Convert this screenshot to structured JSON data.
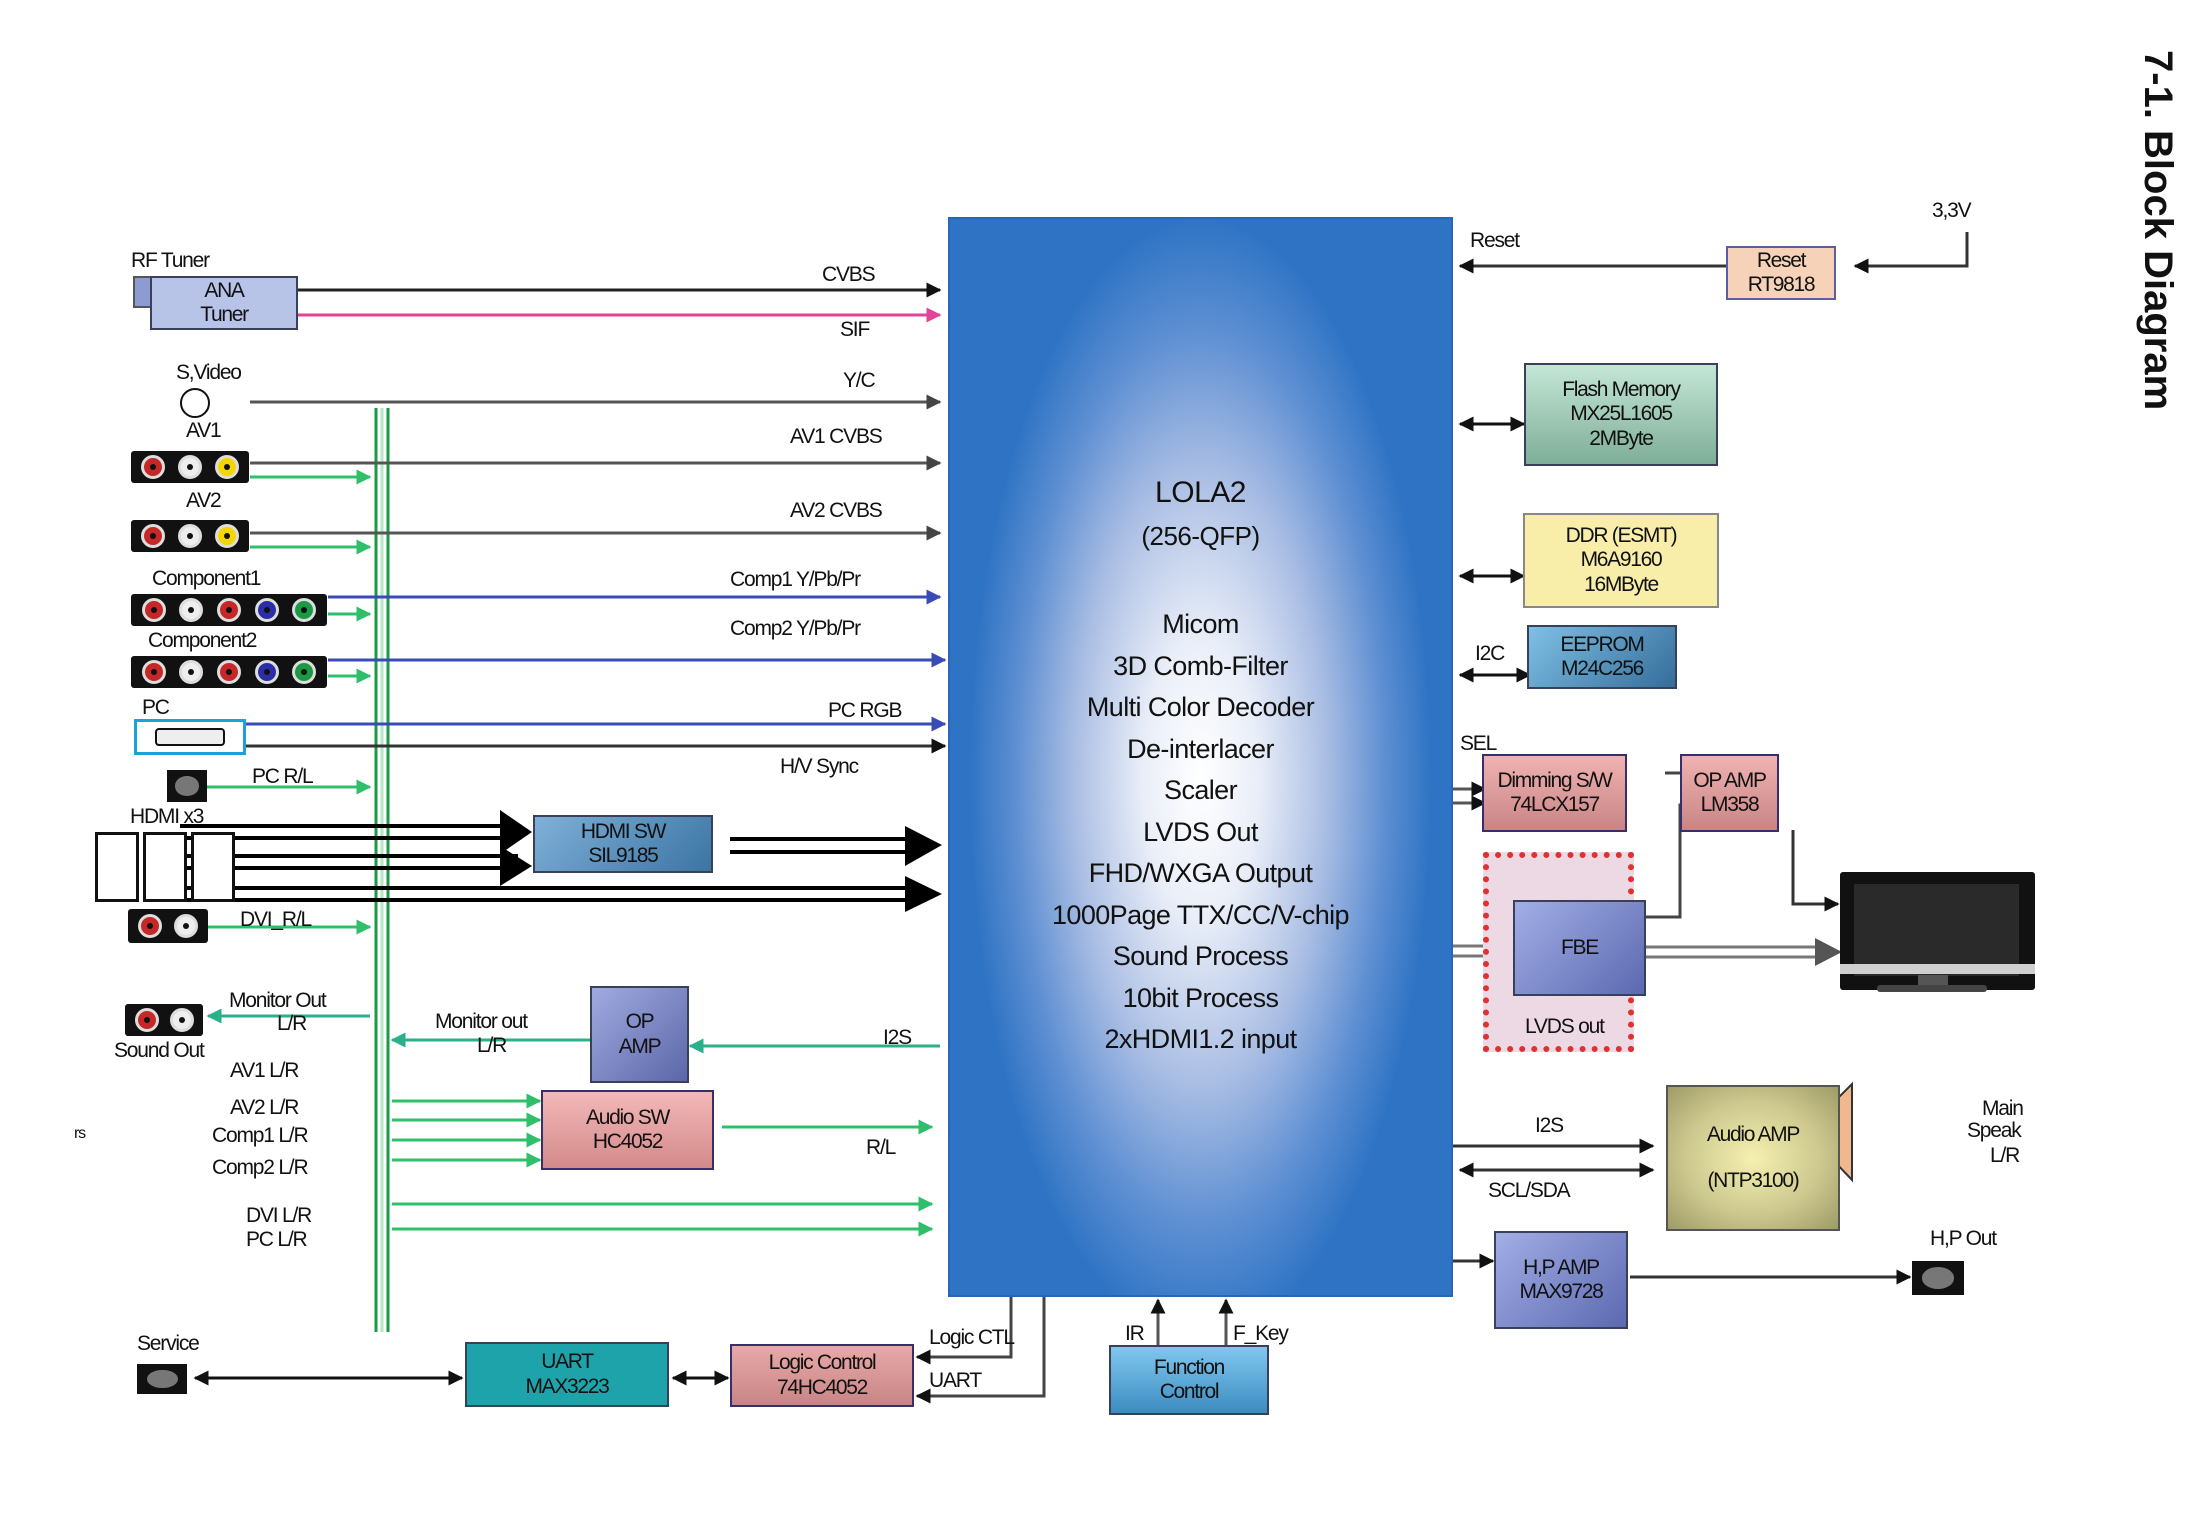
{
  "page_title": "7-1. Block Diagram",
  "main_chip": {
    "name": "LOLA2",
    "package": "(256-QFP)",
    "features": [
      "Micom",
      "3D Comb-Filter",
      "Multi Color Decoder",
      "De-interlacer",
      "Scaler",
      "LVDS Out",
      "FHD/WXGA Output",
      "1000Page TTX/CC/V-chip",
      "Sound Process",
      "10bit Process",
      "2xHDMI1.2 input"
    ],
    "color": "#2f74c4"
  },
  "inputs": {
    "rf_tuner": {
      "label": "RF Tuner",
      "box_line1": "ANA",
      "box_line2": "Tuner"
    },
    "svideo": {
      "label": "S,Video"
    },
    "av1": {
      "label": "AV1"
    },
    "av2": {
      "label": "AV2"
    },
    "component1": {
      "label": "Component1"
    },
    "component2": {
      "label": "Component2"
    },
    "pc": {
      "label": "PC"
    },
    "pc_rl": {
      "label": "PC R/L"
    },
    "hdmi": {
      "label": "HDMI x3"
    },
    "dvi_rl": {
      "label": "DVI_R/L"
    },
    "service": {
      "label": "Service"
    },
    "partial_left": "rs"
  },
  "signals": {
    "cvbs": "CVBS",
    "sif": "SIF",
    "yc": "Y/C",
    "av1_cvbs": "AV1 CVBS",
    "av2_cvbs": "AV2 CVBS",
    "comp1": "Comp1 Y/Pb/Pr",
    "comp2": "Comp2 Y/Pb/Pr",
    "pc_rgb": "PC RGB",
    "hv_sync": "H/V Sync",
    "i2s_left": "I2S",
    "rl": "R/L",
    "logic_ctl": "Logic CTL",
    "uart": "UART",
    "ir": "IR",
    "f_key": "F_Key",
    "reset": "Reset",
    "v33": "3,3V",
    "i2c": "I2C",
    "sel": "SEL",
    "i2s_right": "I2S",
    "scl_sda": "SCL/SDA"
  },
  "audio_labels": {
    "monitor_out_1": "Monitor Out",
    "monitor_out_1b": "L/R",
    "sound_out": "Sound Out",
    "monitor_out_2": "Monitor out",
    "monitor_out_2b": "L/R",
    "av1_lr": "AV1 L/R",
    "av2_lr": "AV2 L/R",
    "comp1_lr": "Comp1 L/R",
    "comp2_lr": "Comp2 L/R",
    "dvi_lr": "DVI  L/R",
    "pc_lr": "PC  L/R"
  },
  "blocks": {
    "hdmi_sw": {
      "line1": "HDMI SW",
      "line2": "SIL9185",
      "color": "#4f86b3"
    },
    "op_amp_left": {
      "line1": "OP",
      "line2": "AMP",
      "color": "#7b86c4"
    },
    "audio_sw": {
      "line1": "Audio SW",
      "line2": "HC4052",
      "color": "#e9a3a3"
    },
    "uart": {
      "line1": "UART",
      "line2": "MAX3223",
      "color": "#1fa3ab"
    },
    "logic_control": {
      "line1": "Logic Control",
      "line2": "74HC4052",
      "color": "#d99595"
    },
    "function_control": {
      "line1": "Function",
      "line2": "Control",
      "color": "#5aaee0"
    },
    "reset": {
      "line1": "Reset",
      "line2": "RT9818",
      "color": "#f6d3b8"
    },
    "flash": {
      "line1": "Flash Memory",
      "line2": "MX25L1605",
      "line3": "2MByte",
      "color": "#9fcdb7"
    },
    "ddr": {
      "line1": "DDR (ESMT)",
      "line2": "M6A9160",
      "line3": "16MByte",
      "color": "#f8eeaa"
    },
    "eeprom": {
      "line1": "EEPROM",
      "line2": "M24C256",
      "color": "#4a8fbf"
    },
    "dimming": {
      "line1": "Dimming S/W",
      "line2": "74LCX157",
      "color": "#e39d9d"
    },
    "op_amp_right": {
      "line1": "OP AMP",
      "line2": "LM358",
      "color": "#e39d9d"
    },
    "fbe": {
      "label": "FBE",
      "group_label": "LVDS out",
      "color": "#7f8fd0"
    },
    "audio_amp": {
      "line1": "Audio  AMP",
      "line2": "(NTP3100)",
      "color": "#c9c68a"
    },
    "hp_amp": {
      "line1": "H,P AMP",
      "line2": "MAX9728",
      "color": "#7c86c6"
    }
  },
  "outputs": {
    "speaker": {
      "line1": "Main",
      "line2": "Speak",
      "line3": "L/R"
    },
    "hp_out": {
      "label": "H,P Out"
    }
  },
  "colors": {
    "bus_green": "#1a9a44",
    "audio_green": "#2fbf6a",
    "video_blue": "#3a4bb5",
    "sif_pink": "#e0459a",
    "signal_gray": "#555555",
    "lvds_group_border": "#e03030",
    "lvds_group_fill": "#ecd9e4"
  }
}
